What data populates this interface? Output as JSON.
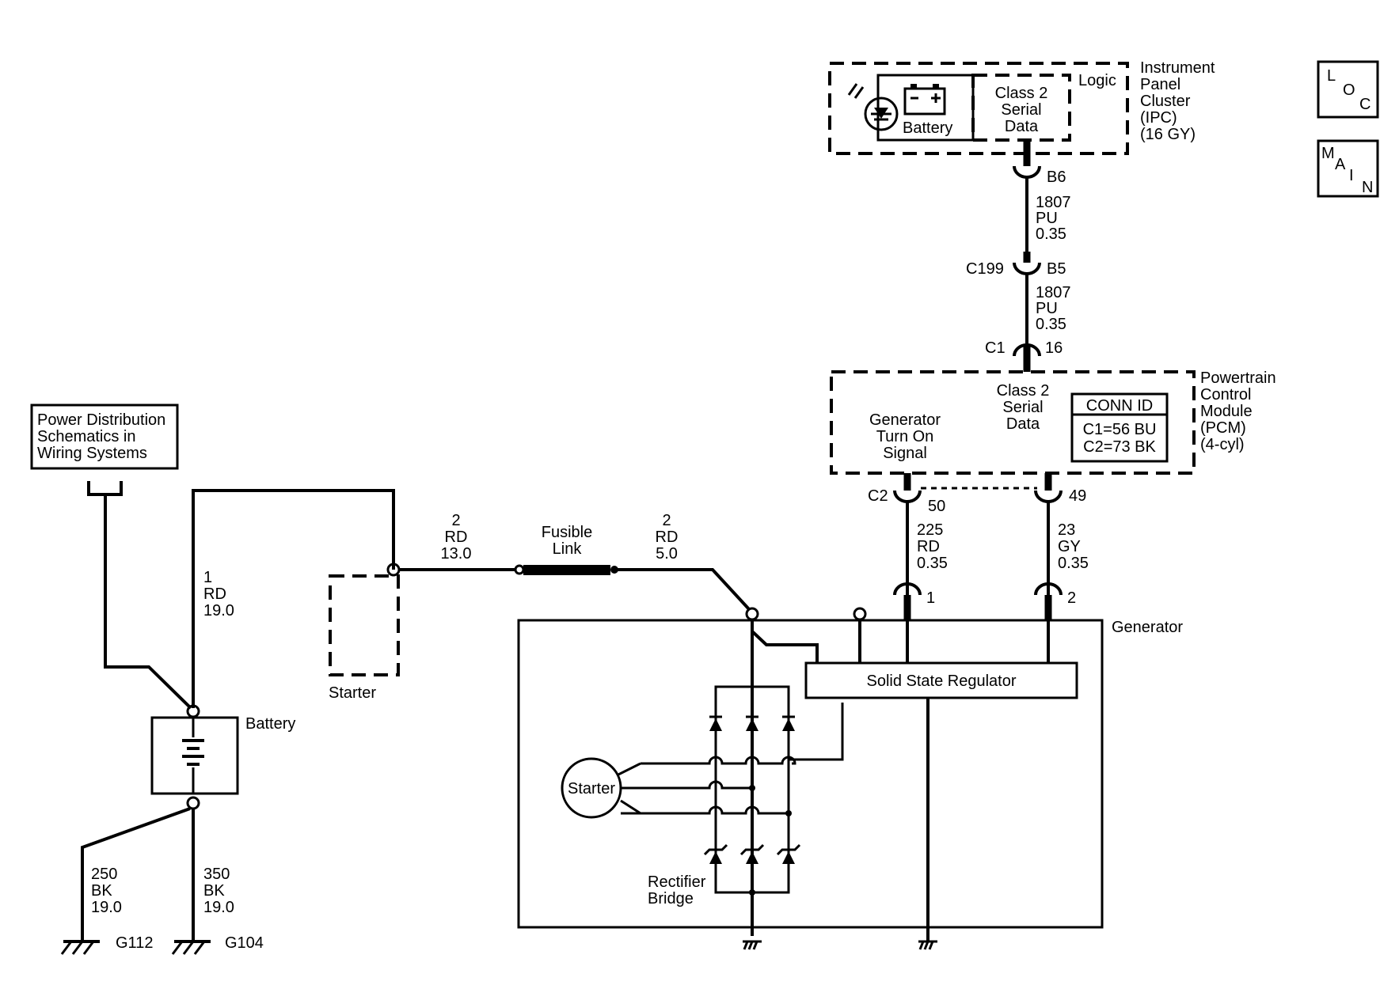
{
  "nav": {
    "loc": [
      "L",
      "O",
      "C"
    ],
    "main": [
      "M",
      "A",
      "I",
      "N"
    ]
  },
  "ipc": {
    "title_lines": [
      "Instrument",
      "Panel",
      "Cluster",
      "(IPC)",
      "(16 GY)"
    ],
    "logic": "Logic",
    "battery": "Battery",
    "serial_lines": [
      "Class 2",
      "Serial",
      "Data"
    ]
  },
  "connectors": {
    "b6": "B6",
    "c199": "C199",
    "b5": "B5",
    "c1": "C1",
    "p16": "16",
    "c2": "C2",
    "p50": "50",
    "p49": "49",
    "p1": "1",
    "p2": "2"
  },
  "wires": {
    "w1807a": [
      "1807",
      "PU",
      "0.35"
    ],
    "w1807b": [
      "1807",
      "PU",
      "0.35"
    ],
    "w225": [
      "225",
      "RD",
      "0.35"
    ],
    "w23": [
      "23",
      "GY",
      "0.35"
    ],
    "w2a": [
      "2",
      "RD",
      "13.0"
    ],
    "w2b": [
      "2",
      "RD",
      "5.0"
    ],
    "w1": [
      "1",
      "RD",
      "19.0"
    ],
    "w250": [
      "250",
      "BK",
      "19.0"
    ],
    "w350": [
      "350",
      "BK",
      "19.0"
    ]
  },
  "pcm": {
    "title_lines": [
      "Powertrain",
      "Control",
      "Module",
      "(PCM)",
      "(4-cyl)"
    ],
    "serial_lines": [
      "Class 2",
      "Serial",
      "Data"
    ],
    "turn_on_lines": [
      "Generator",
      "Turn On",
      "Signal"
    ],
    "conn_id_title": "CONN ID",
    "conn_id_lines": [
      "C1=56 BU",
      "C2=73 BK"
    ]
  },
  "power_dist_lines": [
    "Power Distribution",
    "Schematics in",
    "Wiring Systems"
  ],
  "fusible_lines": [
    "Fusible",
    "Link"
  ],
  "starter_label": "Starter",
  "battery_label": "Battery",
  "generator": {
    "label": "Generator",
    "regulator": "Solid State Regulator",
    "stator": "Starter",
    "rectifier_lines": [
      "Rectifier",
      "Bridge"
    ]
  },
  "grounds": {
    "g112": "G112",
    "g104": "G104"
  }
}
